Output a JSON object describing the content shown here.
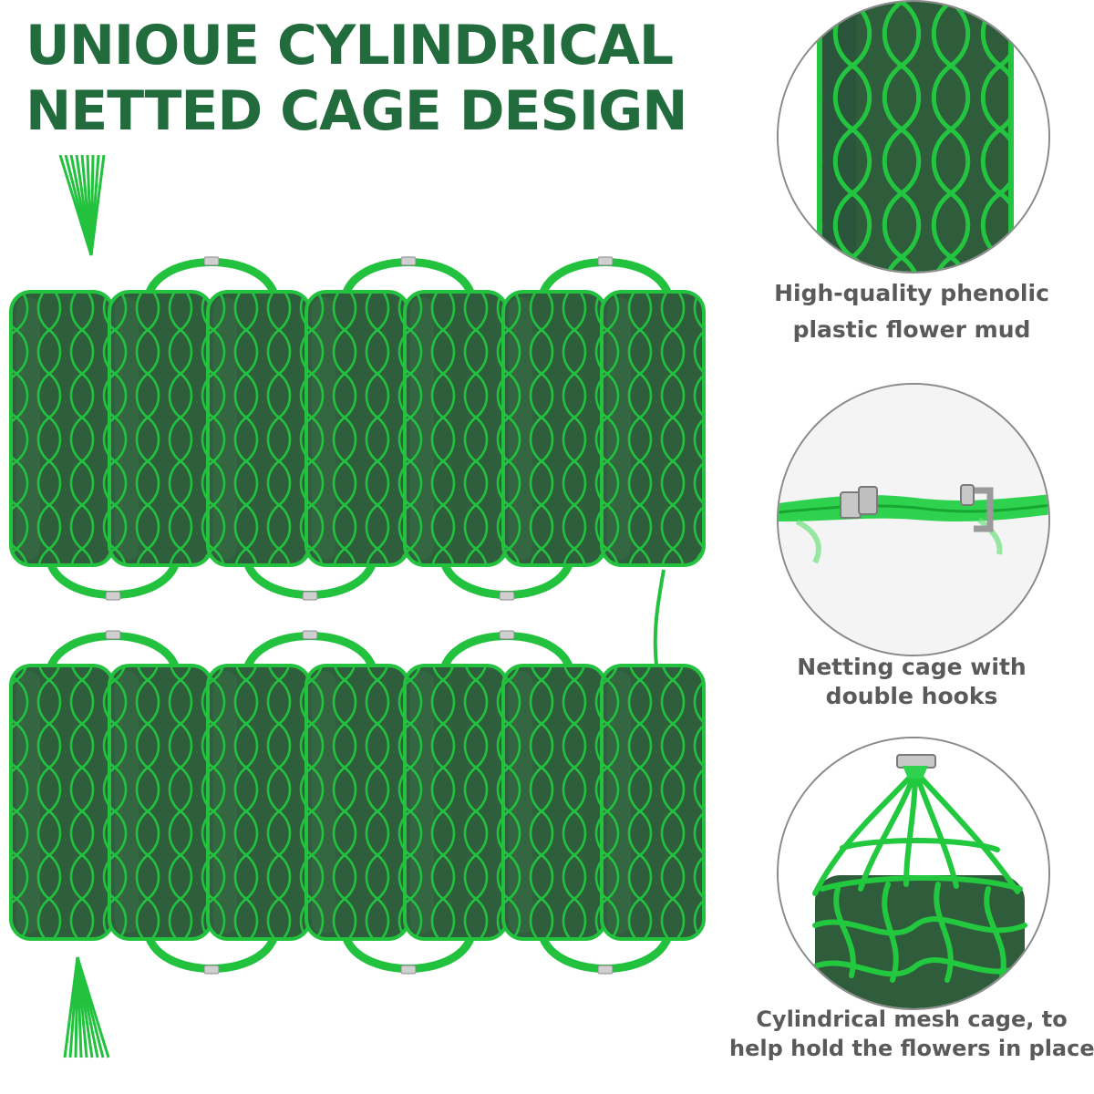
{
  "headline": {
    "line1": "UNIOUE CYLINDRICAL",
    "line2": "NETTED CAGE DESIGN"
  },
  "features": [
    {
      "line1": "High-quality phenolic",
      "line2": "plastic flower mud",
      "icon": "foam-closeup-icon"
    },
    {
      "line1": "Netting cage with",
      "line2": "double hooks",
      "icon": "double-hook-icon"
    },
    {
      "line1": "Cylindrical mesh cage, to",
      "line2": "help hold the flowers in place",
      "icon": "mesh-cage-icon"
    }
  ],
  "colors": {
    "headline": "#226b3c",
    "foam": "#2f5e3c",
    "net": "#22c13e",
    "caption": "#5a5a5a"
  },
  "product": {
    "rows": 2,
    "cages_per_row": 7
  }
}
